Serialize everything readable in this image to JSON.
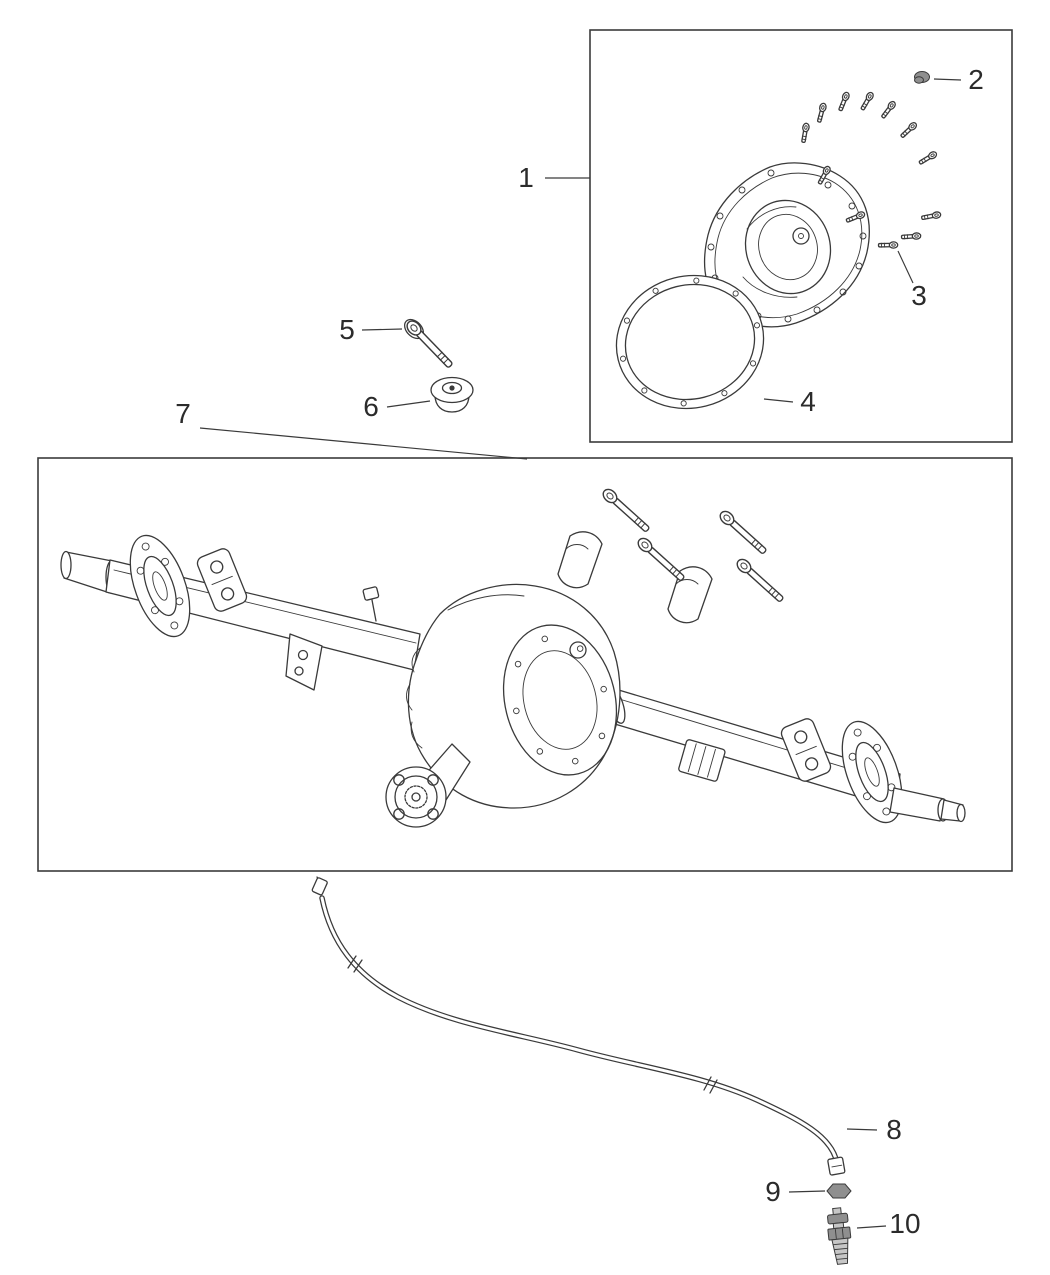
{
  "diagram": {
    "type": "exploded-parts-line-drawing",
    "ink_color": "#3a3a3a",
    "background_color": "#ffffff",
    "callouts": [
      {
        "label": "1"
      },
      {
        "label": "2"
      },
      {
        "label": "3"
      },
      {
        "label": "4"
      },
      {
        "label": "5"
      },
      {
        "label": "6"
      },
      {
        "label": "7"
      },
      {
        "label": "8"
      },
      {
        "label": "9"
      },
      {
        "label": "10"
      }
    ]
  }
}
